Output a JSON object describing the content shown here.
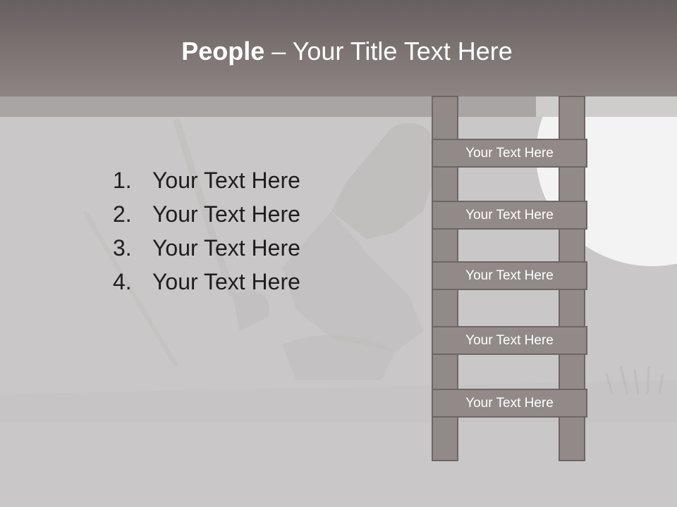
{
  "title": {
    "bold": "People",
    "rest": " – Your Title Text Here"
  },
  "list": {
    "items": [
      {
        "number": "1.",
        "text": "Your Text Here"
      },
      {
        "number": "2.",
        "text": "Your Text Here"
      },
      {
        "number": "3.",
        "text": "Your Text Here"
      },
      {
        "number": "4.",
        "text": "Your Text Here"
      }
    ]
  },
  "ladder": {
    "rungs": [
      {
        "label": "Your Text Here"
      },
      {
        "label": "Your Text Here"
      },
      {
        "label": "Your Text Here"
      },
      {
        "label": "Your Text Here"
      },
      {
        "label": "Your Text Here"
      }
    ]
  },
  "colors": {
    "header": "#7d7473",
    "ladder": "#928a89",
    "background": "#c9c7c7"
  }
}
